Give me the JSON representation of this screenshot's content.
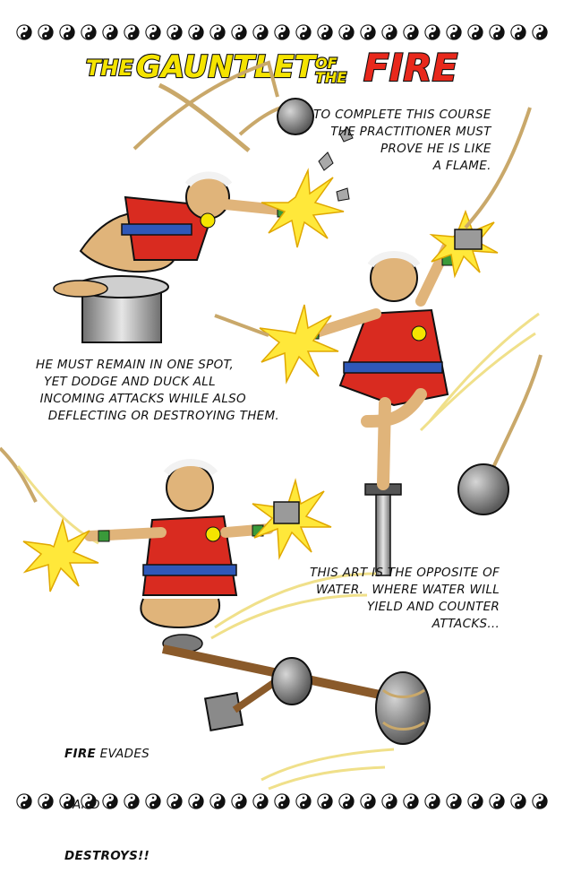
{
  "title": {
    "part_the": "THE",
    "part_gauntlet": "GAUNTLET",
    "part_of": "OF",
    "part_the2": "THE",
    "part_fire": "FIRE"
  },
  "captions": {
    "intro": "TO COMPLETE THIS COURSE\n    THE PRACTITIONER MUST\n      PROVE HE IS LIKE\n              A FLAME.",
    "rule": "HE MUST REMAIN IN ONE SPOT,\n  YET DODGE AND DUCK ALL\n INCOMING ATTACKS WHILE ALSO\n   DEFLECTING OR DESTROYING THEM.",
    "contrast": "THIS ART IS THE OPPOSITE OF\nWATER.  WHERE WATER WILL\n          YIELD AND COUNTER\n                 ATTACKS...",
    "ending_fire": "FIRE",
    "ending_evades": " EVADES",
    "ending_and": "  AND",
    "ending_destroys": "DESTROYS!!"
  },
  "border_symbol": "yin-yang-icon",
  "colors": {
    "title_fill": "#f5e400",
    "title_fire": "#e8281c",
    "title_outline": "#111111",
    "robe": "#d92b20",
    "sash": "#2f58b8",
    "skin": "#e0b47a",
    "rope": "#c9a86a",
    "iron": "#8a8a8a",
    "spark": "#ffe83a",
    "wristband": "#3a9a3a"
  }
}
